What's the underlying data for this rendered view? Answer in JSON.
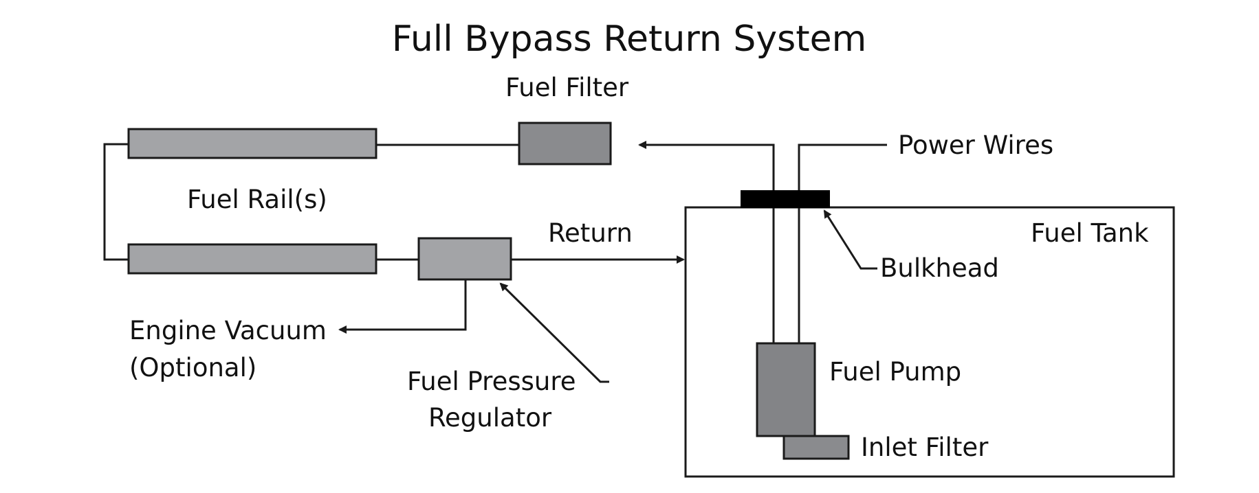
{
  "title": "Full Bypass Return System",
  "labels": {
    "fuel_filter": "Fuel Filter",
    "power_wires": "Power Wires",
    "fuel_rails": "Fuel Rail(s)",
    "return": "Return",
    "fuel_tank": "Fuel Tank",
    "bulkhead": "Bulkhead",
    "engine_vacuum": "Engine Vacuum",
    "optional": "(Optional)",
    "fuel_pressure": "Fuel Pressure",
    "regulator": "Regulator",
    "fuel_pump": "Fuel Pump",
    "inlet_filter": "Inlet Filter"
  },
  "colors": {
    "rail_fill": "#a3a4a7",
    "filter_fill": "#8a8b8e",
    "regulator_fill": "#a3a4a7",
    "pump_fill": "#838487",
    "inlet_fill": "#8a8b8e",
    "bulkhead_fill": "#000000",
    "stroke": "#1a1a1a"
  }
}
